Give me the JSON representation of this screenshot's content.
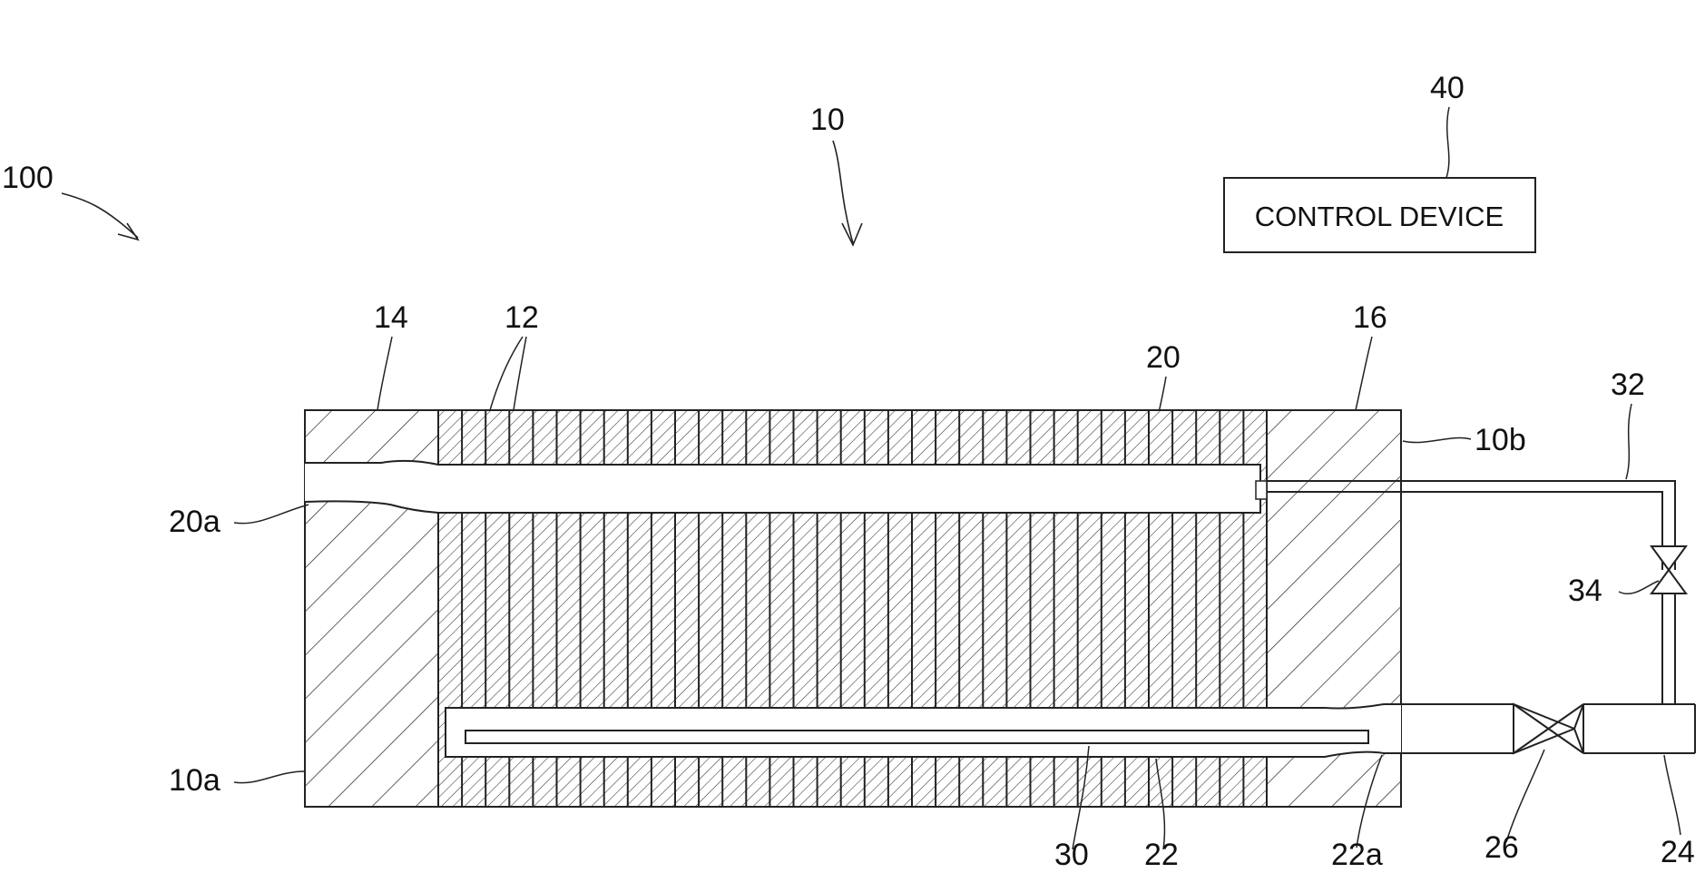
{
  "labels": {
    "system": "100",
    "stack": "10",
    "control_ref": "40",
    "control_device": "CONTROL DEVICE",
    "end_plate_left": "14",
    "cells": "12",
    "end_plate_right": "16",
    "manifold_upper": "20",
    "pipe_32": "32",
    "face_right": "10b",
    "manifold_upper_end": "20a",
    "valve_34": "34",
    "face_left": "10a",
    "member_30": "30",
    "manifold_lower": "22",
    "manifold_lower_end": "22a",
    "valve_26": "26",
    "pipe_24": "24"
  }
}
